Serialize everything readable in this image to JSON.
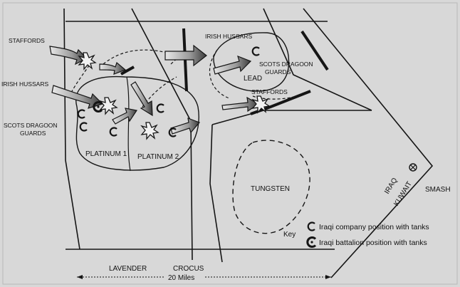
{
  "units": {
    "staffords_west": "STAFFORDS",
    "irish_hussars_west": "IRISH HUSSARS",
    "scots_dragoon_guards_west": [
      "SCOTS DRAGOON",
      "GUARDS"
    ],
    "irish_hussars_north": "IRISH HUSSARS",
    "scots_dragoon_guards_east": [
      "SCOTS DRAGOON",
      "GUARDS"
    ],
    "staffords_east": "STAFFORDS"
  },
  "objectives": {
    "platinum_1": "PLATINUM 1",
    "platinum_2": "PLATINUM 2",
    "lead": "LEAD",
    "tungsten": "TUNGSTEN"
  },
  "phase_lines": {
    "lavender": "LAVENDER",
    "crocus": "CROCUS",
    "smash": "SMASH"
  },
  "border": {
    "iraq": "IRAQ",
    "kuwait": "KUWAIT"
  },
  "scale": {
    "label": "20 Miles"
  },
  "key": {
    "title": "Key",
    "items": [
      {
        "symbol": "company",
        "label": "Iraqi company position with tanks"
      },
      {
        "symbol": "battalion",
        "label": "Iraqi battalion  position with tanks"
      }
    ]
  },
  "colors": {
    "background": "#d8d8d8",
    "ink": "#151515",
    "arrow_fill": "#9a9a9a"
  }
}
